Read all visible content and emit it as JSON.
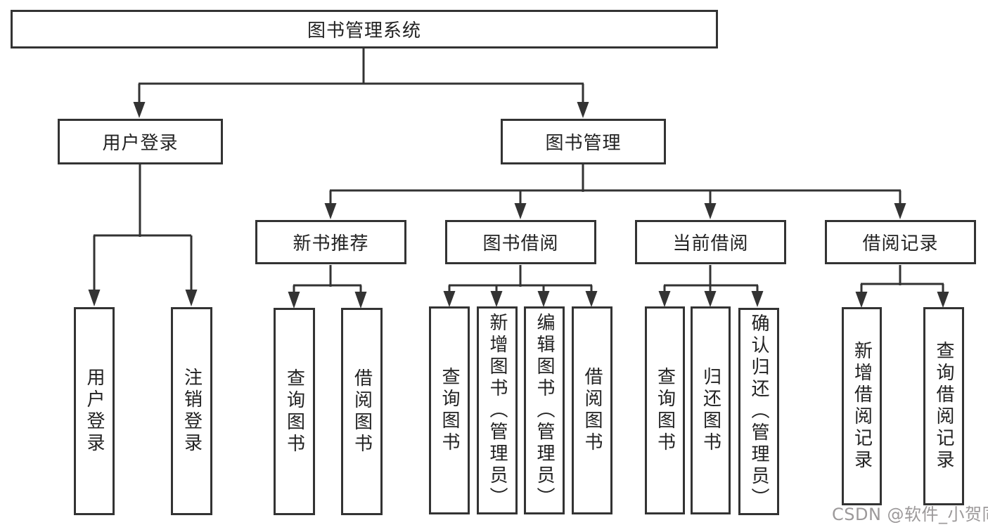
{
  "diagram": {
    "root": {
      "label": "图书管理系统"
    },
    "level2": [
      {
        "label": "用户登录"
      },
      {
        "label": "图书管理"
      }
    ],
    "level3": [
      {
        "label": "新书推荐"
      },
      {
        "label": "图书借阅"
      },
      {
        "label": "当前借阅"
      },
      {
        "label": "借阅记录"
      }
    ],
    "leaves": {
      "user_login": [
        "用户登录",
        "注销登录"
      ],
      "new_books": [
        "查询图书",
        "借阅图书"
      ],
      "book_borrow": [
        "查询图书",
        "新增图书（管理员）",
        "编辑图书（管理员）",
        "借阅图书"
      ],
      "current_borrow": [
        "查询图书",
        "归还图书",
        "确认归还（管理员）"
      ],
      "borrow_records": [
        "新增借阅记录",
        "查询借阅记录"
      ]
    },
    "colors": {
      "line": "#333333",
      "text": "#222222",
      "background": "#ffffff",
      "watermark": "#949091"
    }
  },
  "watermark": {
    "text": "CSDN @软件_小贺同学"
  }
}
